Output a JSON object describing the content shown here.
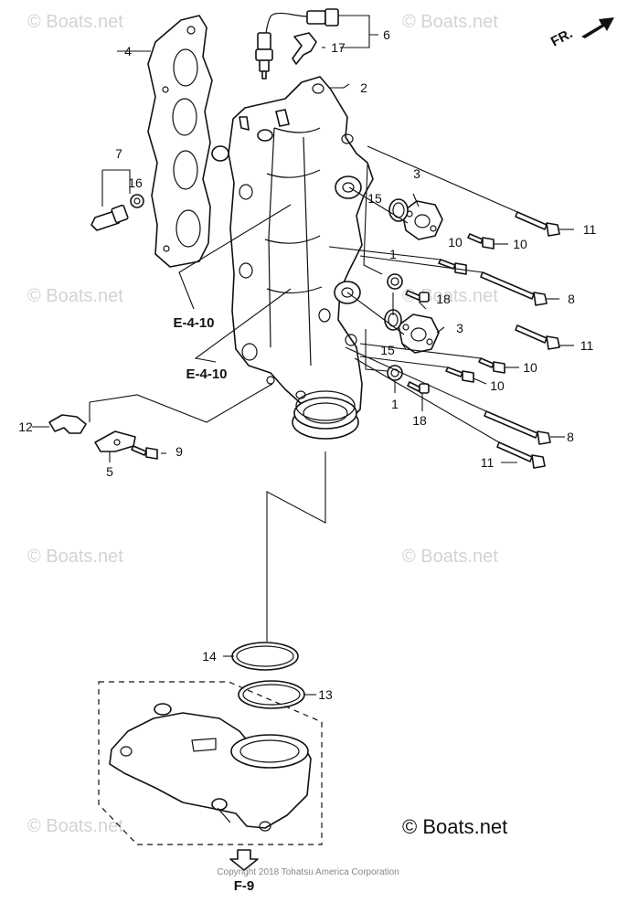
{
  "diagram": {
    "callouts": {
      "c1a": "1",
      "c1b": "1",
      "c2": "2",
      "c3a": "3",
      "c3b": "3",
      "c4": "4",
      "c5": "5",
      "c6": "6",
      "c7": "7",
      "c8a": "8",
      "c8b": "8",
      "c9": "9",
      "c10a": "10",
      "c10b": "10",
      "c10c": "10",
      "c10d": "10",
      "c11a": "11",
      "c11b": "11",
      "c11c": "11",
      "c12": "12",
      "c13": "13",
      "c14": "14",
      "c15a": "15",
      "c15b": "15",
      "c16": "16",
      "c17": "17",
      "c18a": "18",
      "c18b": "18"
    },
    "refs": {
      "e410_upper": "E-4-10",
      "e410_lower": "E-4-10",
      "f9": "F-9"
    },
    "front_label": "FR.",
    "watermark_text": "© Boats.net",
    "credit": "© Boats.net",
    "copyright": "Copyright 2018 Tohatsu America Corporation"
  },
  "colors": {
    "line": "#111111",
    "watermark": "#d3d3d3"
  }
}
